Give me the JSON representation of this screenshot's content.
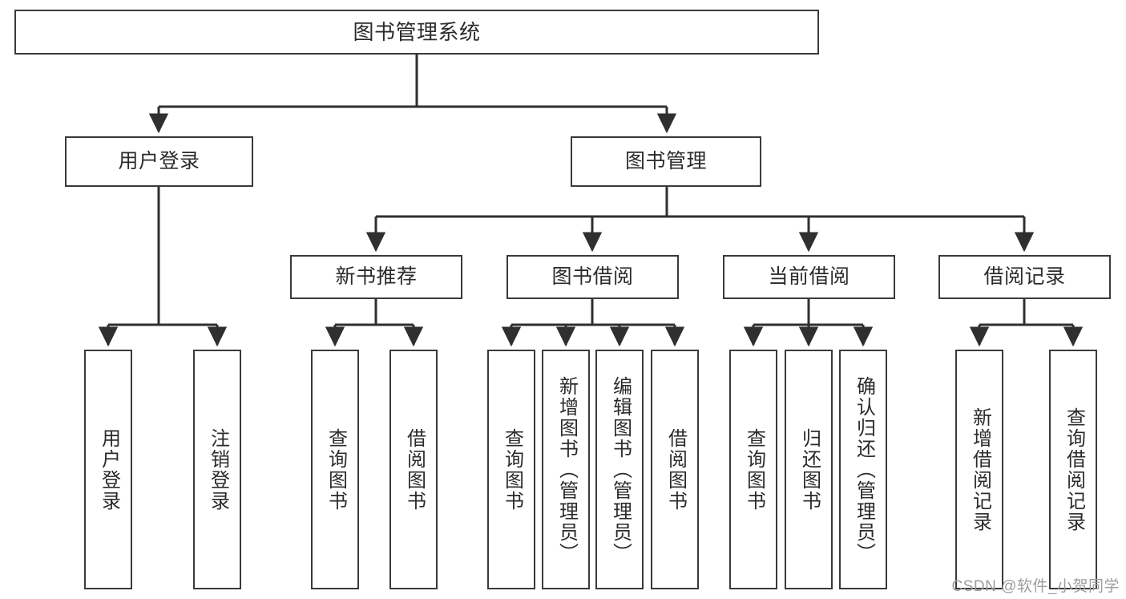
{
  "diagram": {
    "title": "图书管理系统",
    "type": "tree-hierarchy-chart",
    "orientation": "top-down",
    "colors": {
      "box_stroke": "#3a3a3a",
      "box_fill": "#ffffff",
      "edge_stroke": "#2f2f2f",
      "text": "#2b2b2b",
      "watermark": "#9d9d9d",
      "background": "#ffffff"
    },
    "root": {
      "label": "图书管理系统"
    },
    "level2": [
      {
        "label": "用户登录"
      },
      {
        "label": "图书管理"
      }
    ],
    "level3": [
      {
        "label": "新书推荐"
      },
      {
        "label": "图书借阅"
      },
      {
        "label": "当前借阅"
      },
      {
        "label": "借阅记录"
      }
    ],
    "leaves": {
      "user_login": [
        {
          "label": "用户登录"
        },
        {
          "label": "注销登录"
        }
      ],
      "new_book_recommend": [
        {
          "label": "查询图书"
        },
        {
          "label": "借阅图书"
        }
      ],
      "book_borrow": [
        {
          "label": "查询图书"
        },
        {
          "label": "新增图书（管理员）"
        },
        {
          "label": "编辑图书（管理员）"
        },
        {
          "label": "借阅图书"
        }
      ],
      "current_borrow": [
        {
          "label": "查询图书"
        },
        {
          "label": "归还图书"
        },
        {
          "label": "确认归还（管理员）"
        }
      ],
      "borrow_record": [
        {
          "label": "新增借阅记录"
        },
        {
          "label": "查询借阅记录"
        }
      ]
    }
  },
  "watermark": {
    "text": "CSDN @软件_小贺同学"
  }
}
